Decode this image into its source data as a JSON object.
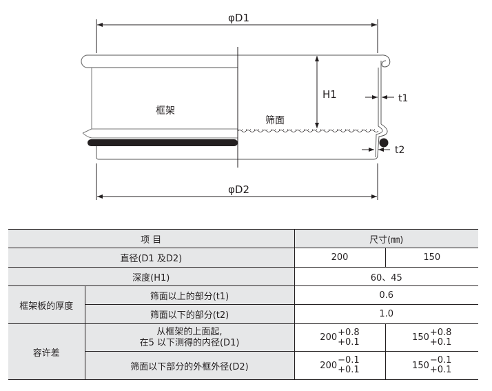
{
  "diagram": {
    "label_d1": "φD1",
    "label_d2": "φD2",
    "label_h1": "H1",
    "label_t1": "t1",
    "label_t2": "t2",
    "label_frame": "框架",
    "label_mesh": "筛面"
  },
  "table": {
    "header_item": "项 目",
    "header_size": "尺寸(㎜)",
    "row_diameter": {
      "label": "直径(D1 及D2)",
      "v200": "200",
      "v150": "150"
    },
    "row_depth": {
      "label": "深度(H1)",
      "value": "60、45"
    },
    "thickness_group": "框架板的厚度",
    "row_t1": {
      "label": "筛面以上的部分(t1)",
      "value": "0.6"
    },
    "row_t2": {
      "label": "筛面以下的部分(t2)",
      "value": "1.0"
    },
    "tolerance_group": "容许差",
    "row_d1": {
      "label_line1": "从框架的上面起,",
      "label_line2": "在5  以下测得的内径(D1)",
      "a_base": "200",
      "a_up": "+0.8",
      "a_low": "+0.1",
      "b_base": "150",
      "b_up": "+0.8",
      "b_low": "+0.1"
    },
    "row_d2": {
      "label": "筛面以下部分的外框外径(D2)",
      "a_base": "200",
      "a_up": "−0.1",
      "a_low": "+0.1",
      "b_base": "150",
      "b_up": "−0.1",
      "b_low": "+0.1"
    }
  }
}
